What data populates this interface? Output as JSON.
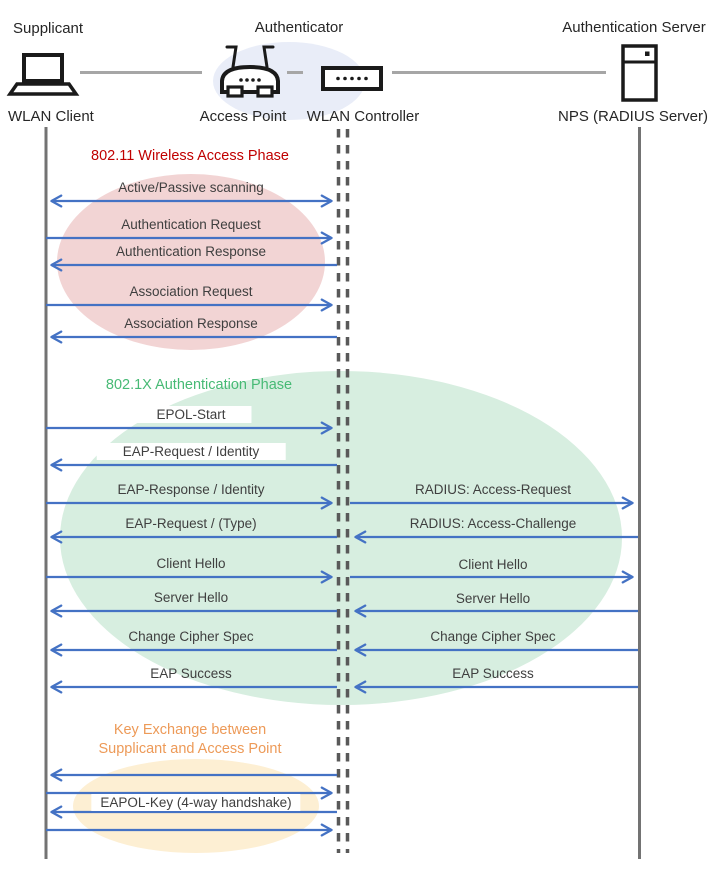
{
  "header": {
    "roles": {
      "supplicant": "Supplicant",
      "authenticator": "Authenticator",
      "auth_server": "Authentication Server"
    },
    "devices": {
      "wlan_client": "WLAN Client",
      "access_point": "Access Point",
      "wlan_controller": "WLAN Controller",
      "nps": "NPS (RADIUS Server)"
    }
  },
  "phases": {
    "wireless_access": {
      "title": "802.11 Wireless Access Phase",
      "color": "#C00000"
    },
    "dot1x_auth": {
      "title": "802.1X Authentication Phase",
      "color": "#47BA75"
    },
    "key_exchange": {
      "line1": "Key Exchange between",
      "line2": "Supplicant and Access Point",
      "color": "#ED9A58"
    }
  },
  "messages": {
    "scanning": "Active/Passive scanning",
    "auth_request": "Authentication Request",
    "auth_response": "Authentication Response",
    "assoc_request": "Association Request",
    "assoc_response": "Association Response",
    "epol_start": "EPOL-Start",
    "eap_request_identity": "EAP-Request / Identity",
    "eap_response_identity": "EAP-Response / Identity",
    "radius_access_request": "RADIUS: Access-Request",
    "eap_request_type": "EAP-Request / (Type)",
    "radius_access_challenge": "RADIUS: Access-Challenge",
    "client_hello": "Client Hello",
    "server_hello": "Server Hello",
    "change_cipher_spec": "Change Cipher Spec",
    "eap_success": "EAP Success",
    "eapol_key": "EAPOL-Key (4-way handshake)"
  },
  "colors": {
    "arrow": "#4472C4",
    "lifeline": "#737373",
    "dashed_lifeline": "#595959",
    "phase_red_fill": "#F2D4D4",
    "phase_green_fill": "#D7EEE0",
    "phase_yellow_fill": "#FDEFD3",
    "authenticator_fill": "#E9EDF8"
  }
}
